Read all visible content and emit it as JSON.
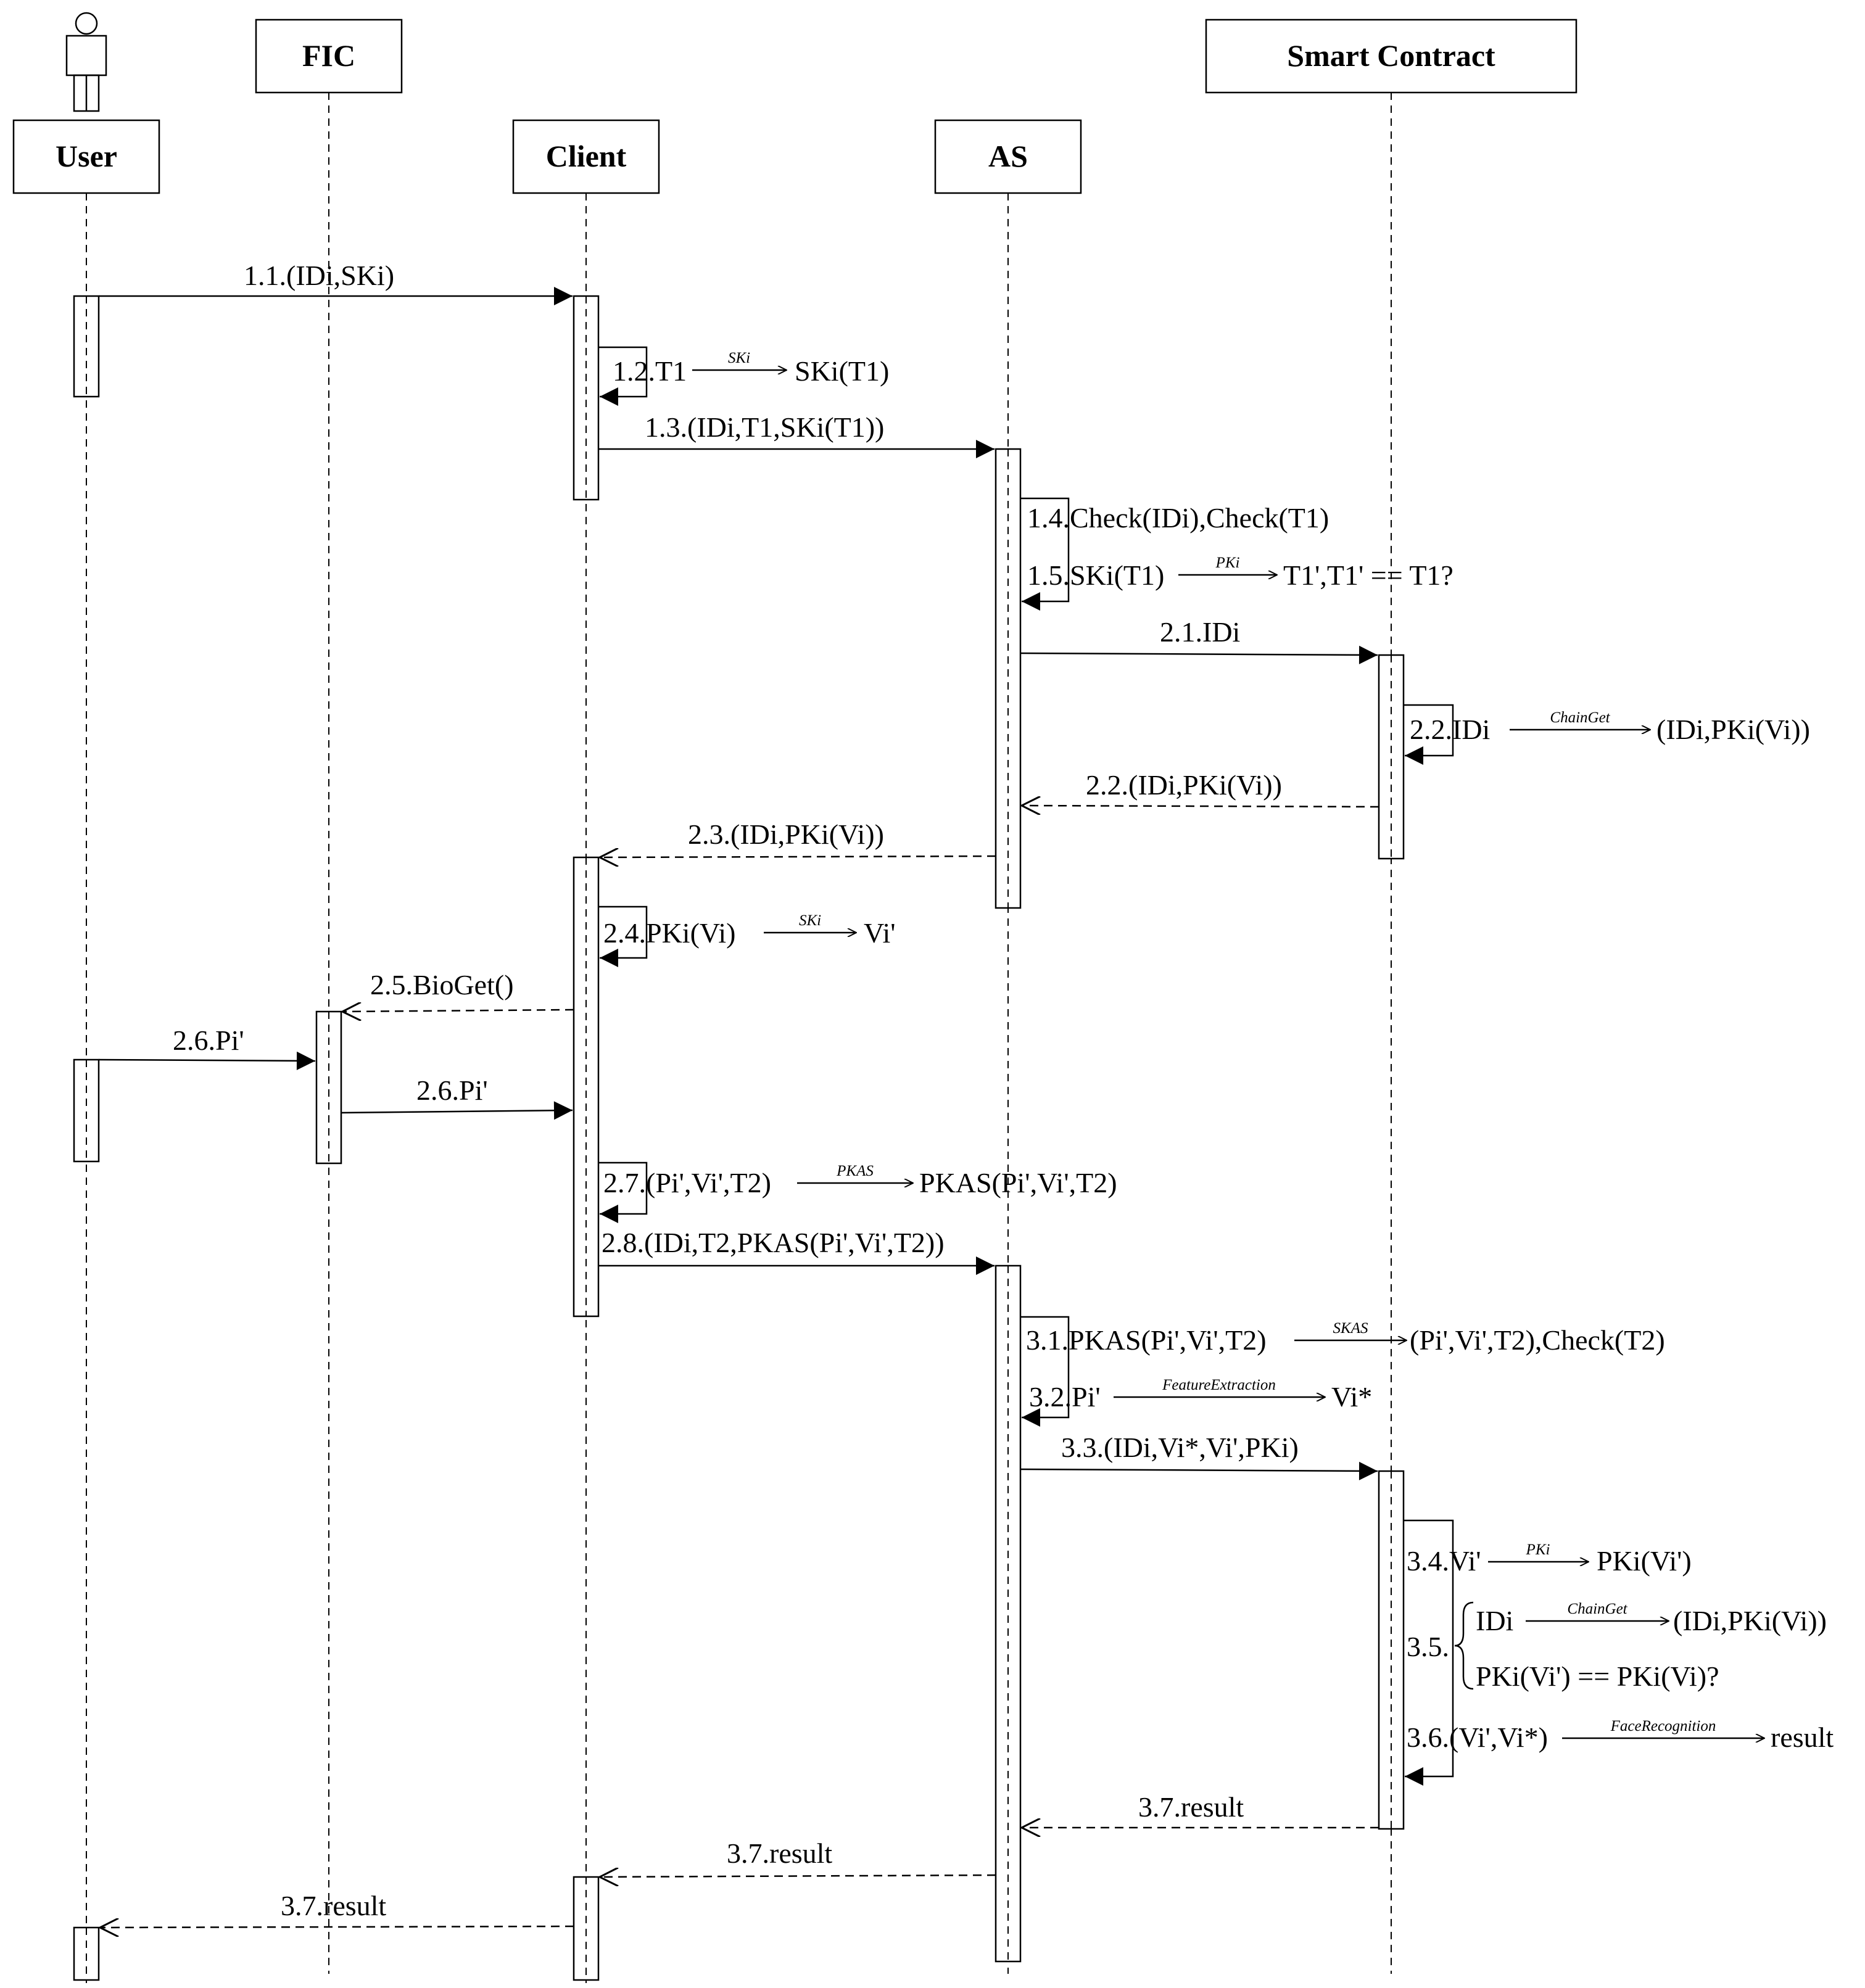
{
  "participants": {
    "user": "User",
    "fic": "FIC",
    "client": "Client",
    "as": "AS",
    "smart_contract": "Smart Contract"
  },
  "messages": {
    "m1_1": "1.1.(IDi,SKi)",
    "m1_2": "1.2.T1",
    "m1_2_result": "SKi(T1)",
    "m1_3": "1.3.(IDi,T1,SKi(T1))",
    "m1_4": "1.4.Check(IDi),Check(T1)",
    "m1_5": "1.5.SKi(T1)",
    "m1_5_result": "T1',T1' == T1?",
    "m2_1": "2.1.IDi",
    "m2_2": "2.2.IDi",
    "m2_2_result": "(IDi,PKi(Vi))",
    "m2_2_return": "2.2.(IDi,PKi(Vi))",
    "m2_3": "2.3.(IDi,PKi(Vi))",
    "m2_4": "2.4.PKi(Vi)",
    "m2_4_result": "Vi'",
    "m2_5": "2.5.BioGet()",
    "m2_6_a": "2.6.Pi'",
    "m2_6_b": "2.6.Pi'",
    "m2_7": "2.7.(Pi',Vi',T2)",
    "m2_7_result": "PKAS(Pi',Vi',T2)",
    "m2_8": "2.8.(IDi,T2,PKAS(Pi',Vi',T2))",
    "m3_1": "3.1.PKAS(Pi',Vi',T2)",
    "m3_1_result": "(Pi',Vi',T2),Check(T2)",
    "m3_2": "3.2.Pi'",
    "m3_2_result": "Vi*",
    "m3_3": "3.3.(IDi,Vi*,Vi',PKi)",
    "m3_4": "3.4.Vi'",
    "m3_4_result": "PKi(Vi')",
    "m3_5": "3.5.",
    "m3_5_line1": "IDi",
    "m3_5_line1_result": "(IDi,PKi(Vi))",
    "m3_5_line2": "PKi(Vi') == PKi(Vi)?",
    "m3_6": "3.6.(Vi',Vi*)",
    "m3_6_result": "result",
    "m3_7_sc": "3.7.result",
    "m3_7_as": "3.7.result",
    "m3_7_client": "3.7.result"
  },
  "arrow_labels": {
    "ski": "SKi",
    "pki_1": "PKi",
    "chainget_1": "ChainGet",
    "ski_2": "SKi",
    "pkas": "PKAS",
    "skas": "SKAS",
    "feature_extraction": "FeatureExtraction",
    "pki_2": "PKi",
    "chainget_2": "ChainGet",
    "face_recognition": "FaceRecognition"
  },
  "icons": {
    "actor": "person-icon"
  }
}
